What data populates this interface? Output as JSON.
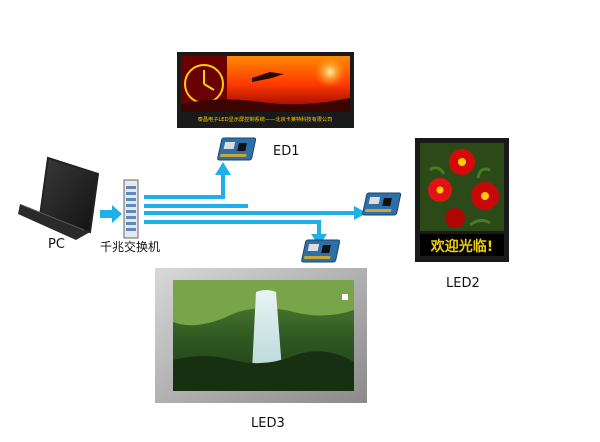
{
  "labels": {
    "pc": "PC",
    "switch": "千兆交换机",
    "ed1": "ED1",
    "led2": "LED2",
    "led3": "LED3"
  },
  "screens": {
    "led1_ticker": "泰昌电子LED显示屏控制系统——北京卡莱特科技有限公司",
    "led2_caption": "欢迎光临!"
  },
  "colors": {
    "arrow": "#1fb0e8",
    "frame": "#1a1a1a",
    "card": "#2f6fa8",
    "led2_caption": "#f0d000"
  }
}
